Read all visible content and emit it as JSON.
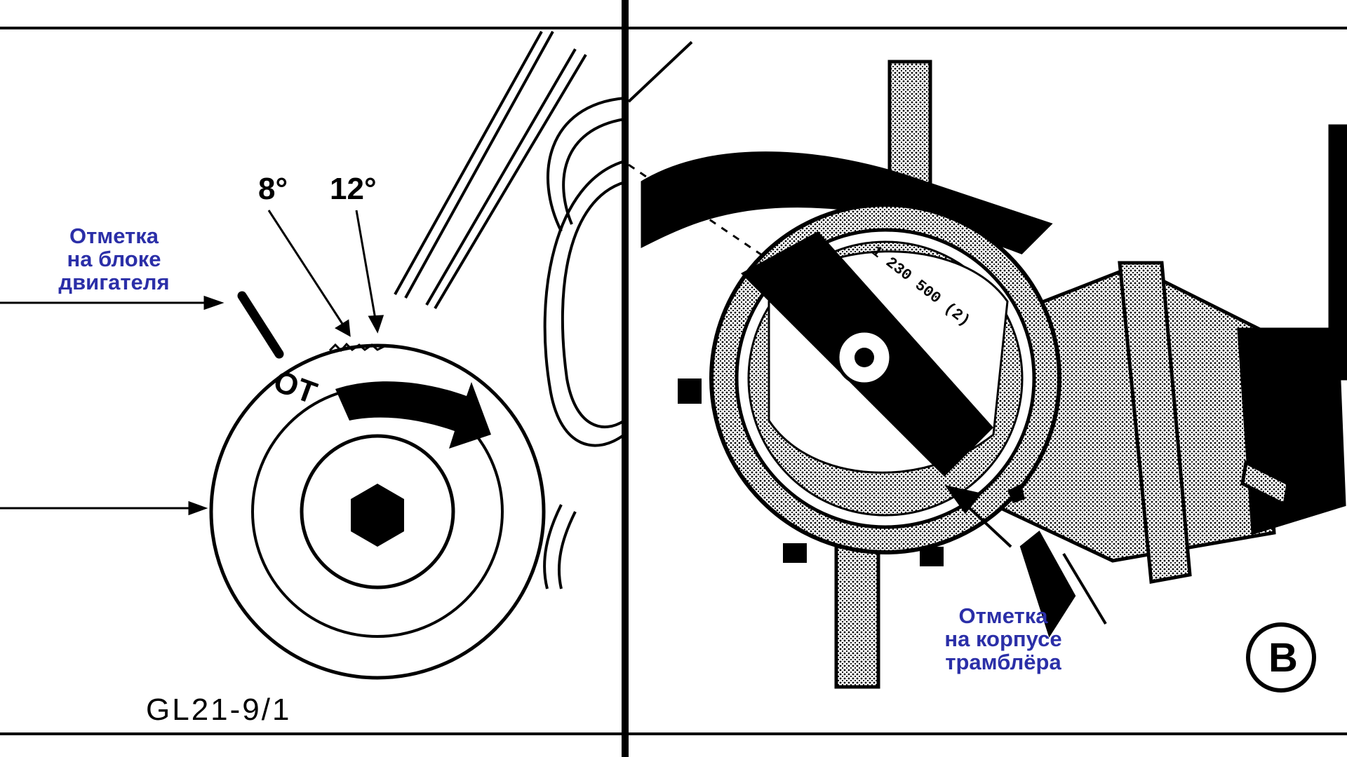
{
  "colors": {
    "annotation_text": "#2b2fa8",
    "line_art": "#000000",
    "background": "#ffffff",
    "screen_tone": "#9a9a9a"
  },
  "left_panel": {
    "engine_block_mark_label": "Отметка\nна блоке\nдвигателя",
    "angle_8": "8°",
    "angle_12": "12°",
    "tdc_mark": "OT",
    "figure_code": "GL21-9/1"
  },
  "right_panel": {
    "distributor_mark_label": "Отметка\nна корпусе\nтрамблёра",
    "callout_letter": "B",
    "rotor_serial": "1 230 500 (2)"
  }
}
